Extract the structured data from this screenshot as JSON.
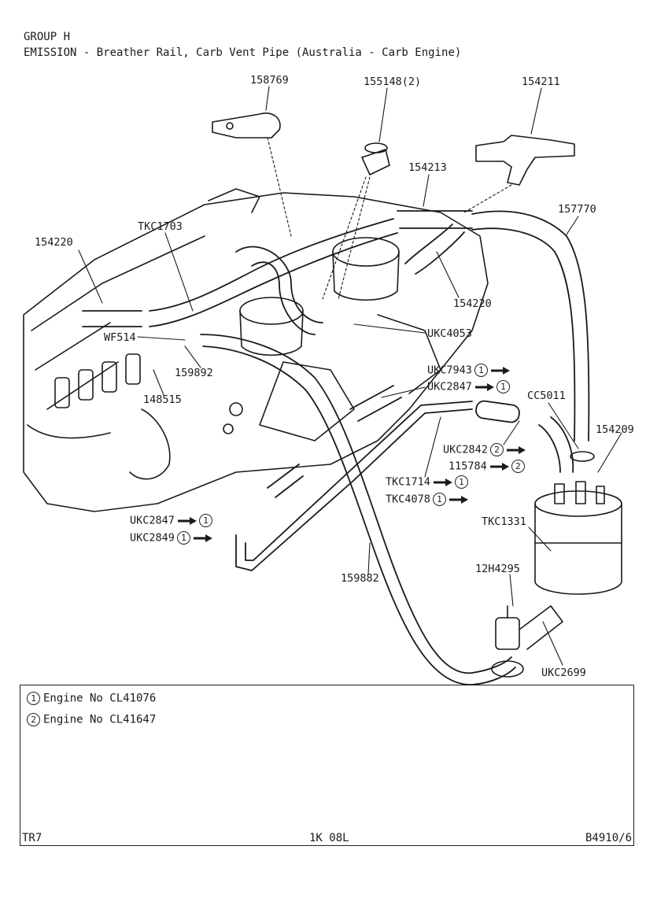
{
  "header": {
    "group": "GROUP H",
    "title": "EMISSION - Breather Rail, Carb Vent Pipe (Australia - Carb Engine)"
  },
  "parts": {
    "p158769": "158769",
    "p155148": "155148(2)",
    "p154211": "154211",
    "p154213": "154213",
    "p157770": "157770",
    "p154220a": "154220",
    "p154220b": "154220",
    "tkc1703": "TKC1703",
    "ukc4053": "UKC4053",
    "wf514": "WF514",
    "p159892": "159892",
    "p148515": "148515",
    "ukc7943": "UKC7943",
    "ukc2847a": "UKC2847",
    "cc5011": "CC5011",
    "p154209": "154209",
    "ukc2842": "UKC2842",
    "p115784": "115784",
    "tkc1714": "TKC1714",
    "tkc4078": "TKC4078",
    "ukc2847b": "UKC2847",
    "ukc2849": "UKC2849",
    "tkc1331": "TKC1331",
    "h4295": "12H4295",
    "p159882": "159882",
    "ukc2699": "UKC2699"
  },
  "markers": {
    "one": "1",
    "two": "2"
  },
  "notes": {
    "note1": "Engine No CL41076",
    "note2": "Engine No CL41647"
  },
  "footer": {
    "model": "TR7",
    "page": "1K 08L",
    "ref": "B4910/6"
  }
}
